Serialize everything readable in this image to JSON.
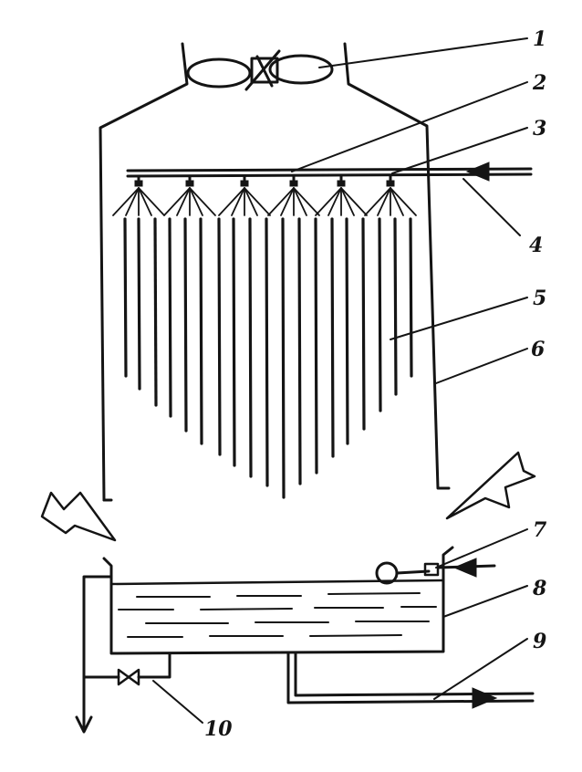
{
  "labels": [
    {
      "id": "1",
      "text": "1"
    },
    {
      "id": "2",
      "text": "2"
    },
    {
      "id": "3",
      "text": "3"
    },
    {
      "id": "4",
      "text": "4"
    },
    {
      "id": "5",
      "text": "5"
    },
    {
      "id": "6",
      "text": "6"
    },
    {
      "id": "7",
      "text": "7"
    },
    {
      "id": "8",
      "text": "8"
    },
    {
      "id": "9",
      "text": "9"
    },
    {
      "id": "10",
      "text": "10"
    }
  ],
  "colors": {
    "ink": "#141414",
    "background": "#ffffff"
  }
}
